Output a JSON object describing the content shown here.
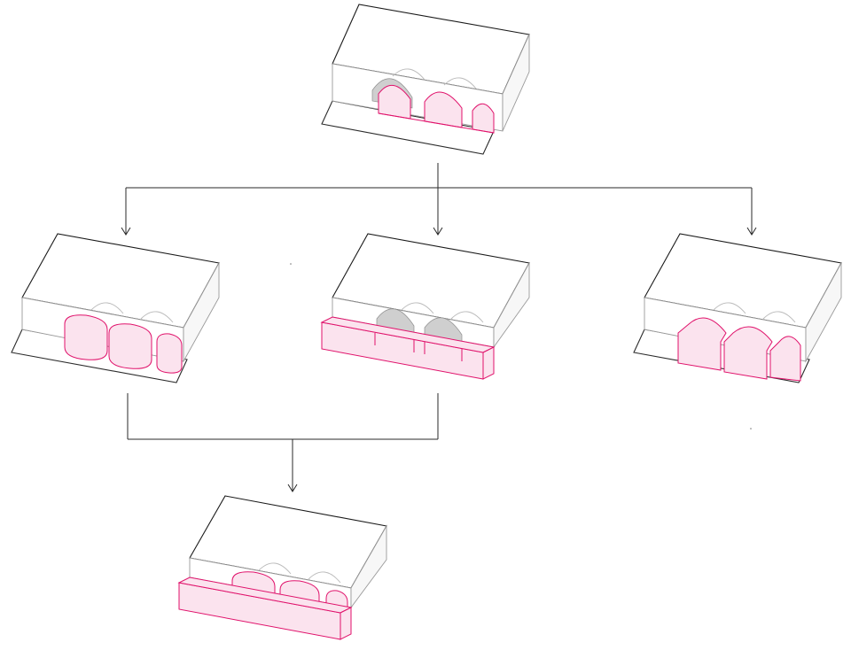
{
  "diagram": {
    "nodes": [
      {
        "id": "base",
        "highlight": "vault-spaces"
      },
      {
        "id": "variant-a",
        "highlight": "cylindrical-voids"
      },
      {
        "id": "variant-b",
        "highlight": "plinth-slab"
      },
      {
        "id": "variant-c",
        "highlight": "vault-volumes"
      },
      {
        "id": "combined",
        "highlight": "plinth-and-voids"
      }
    ],
    "edges": [
      {
        "from": "base",
        "to": "variant-a"
      },
      {
        "from": "base",
        "to": "variant-b"
      },
      {
        "from": "base",
        "to": "variant-c"
      },
      {
        "from": "variant-a",
        "to": "combined"
      },
      {
        "from": "variant-b",
        "to": "combined"
      }
    ],
    "colors": {
      "highlight_stroke": "#e0126b",
      "highlight_fill": "#fbe3ee",
      "line": "#2a2a2a"
    }
  }
}
